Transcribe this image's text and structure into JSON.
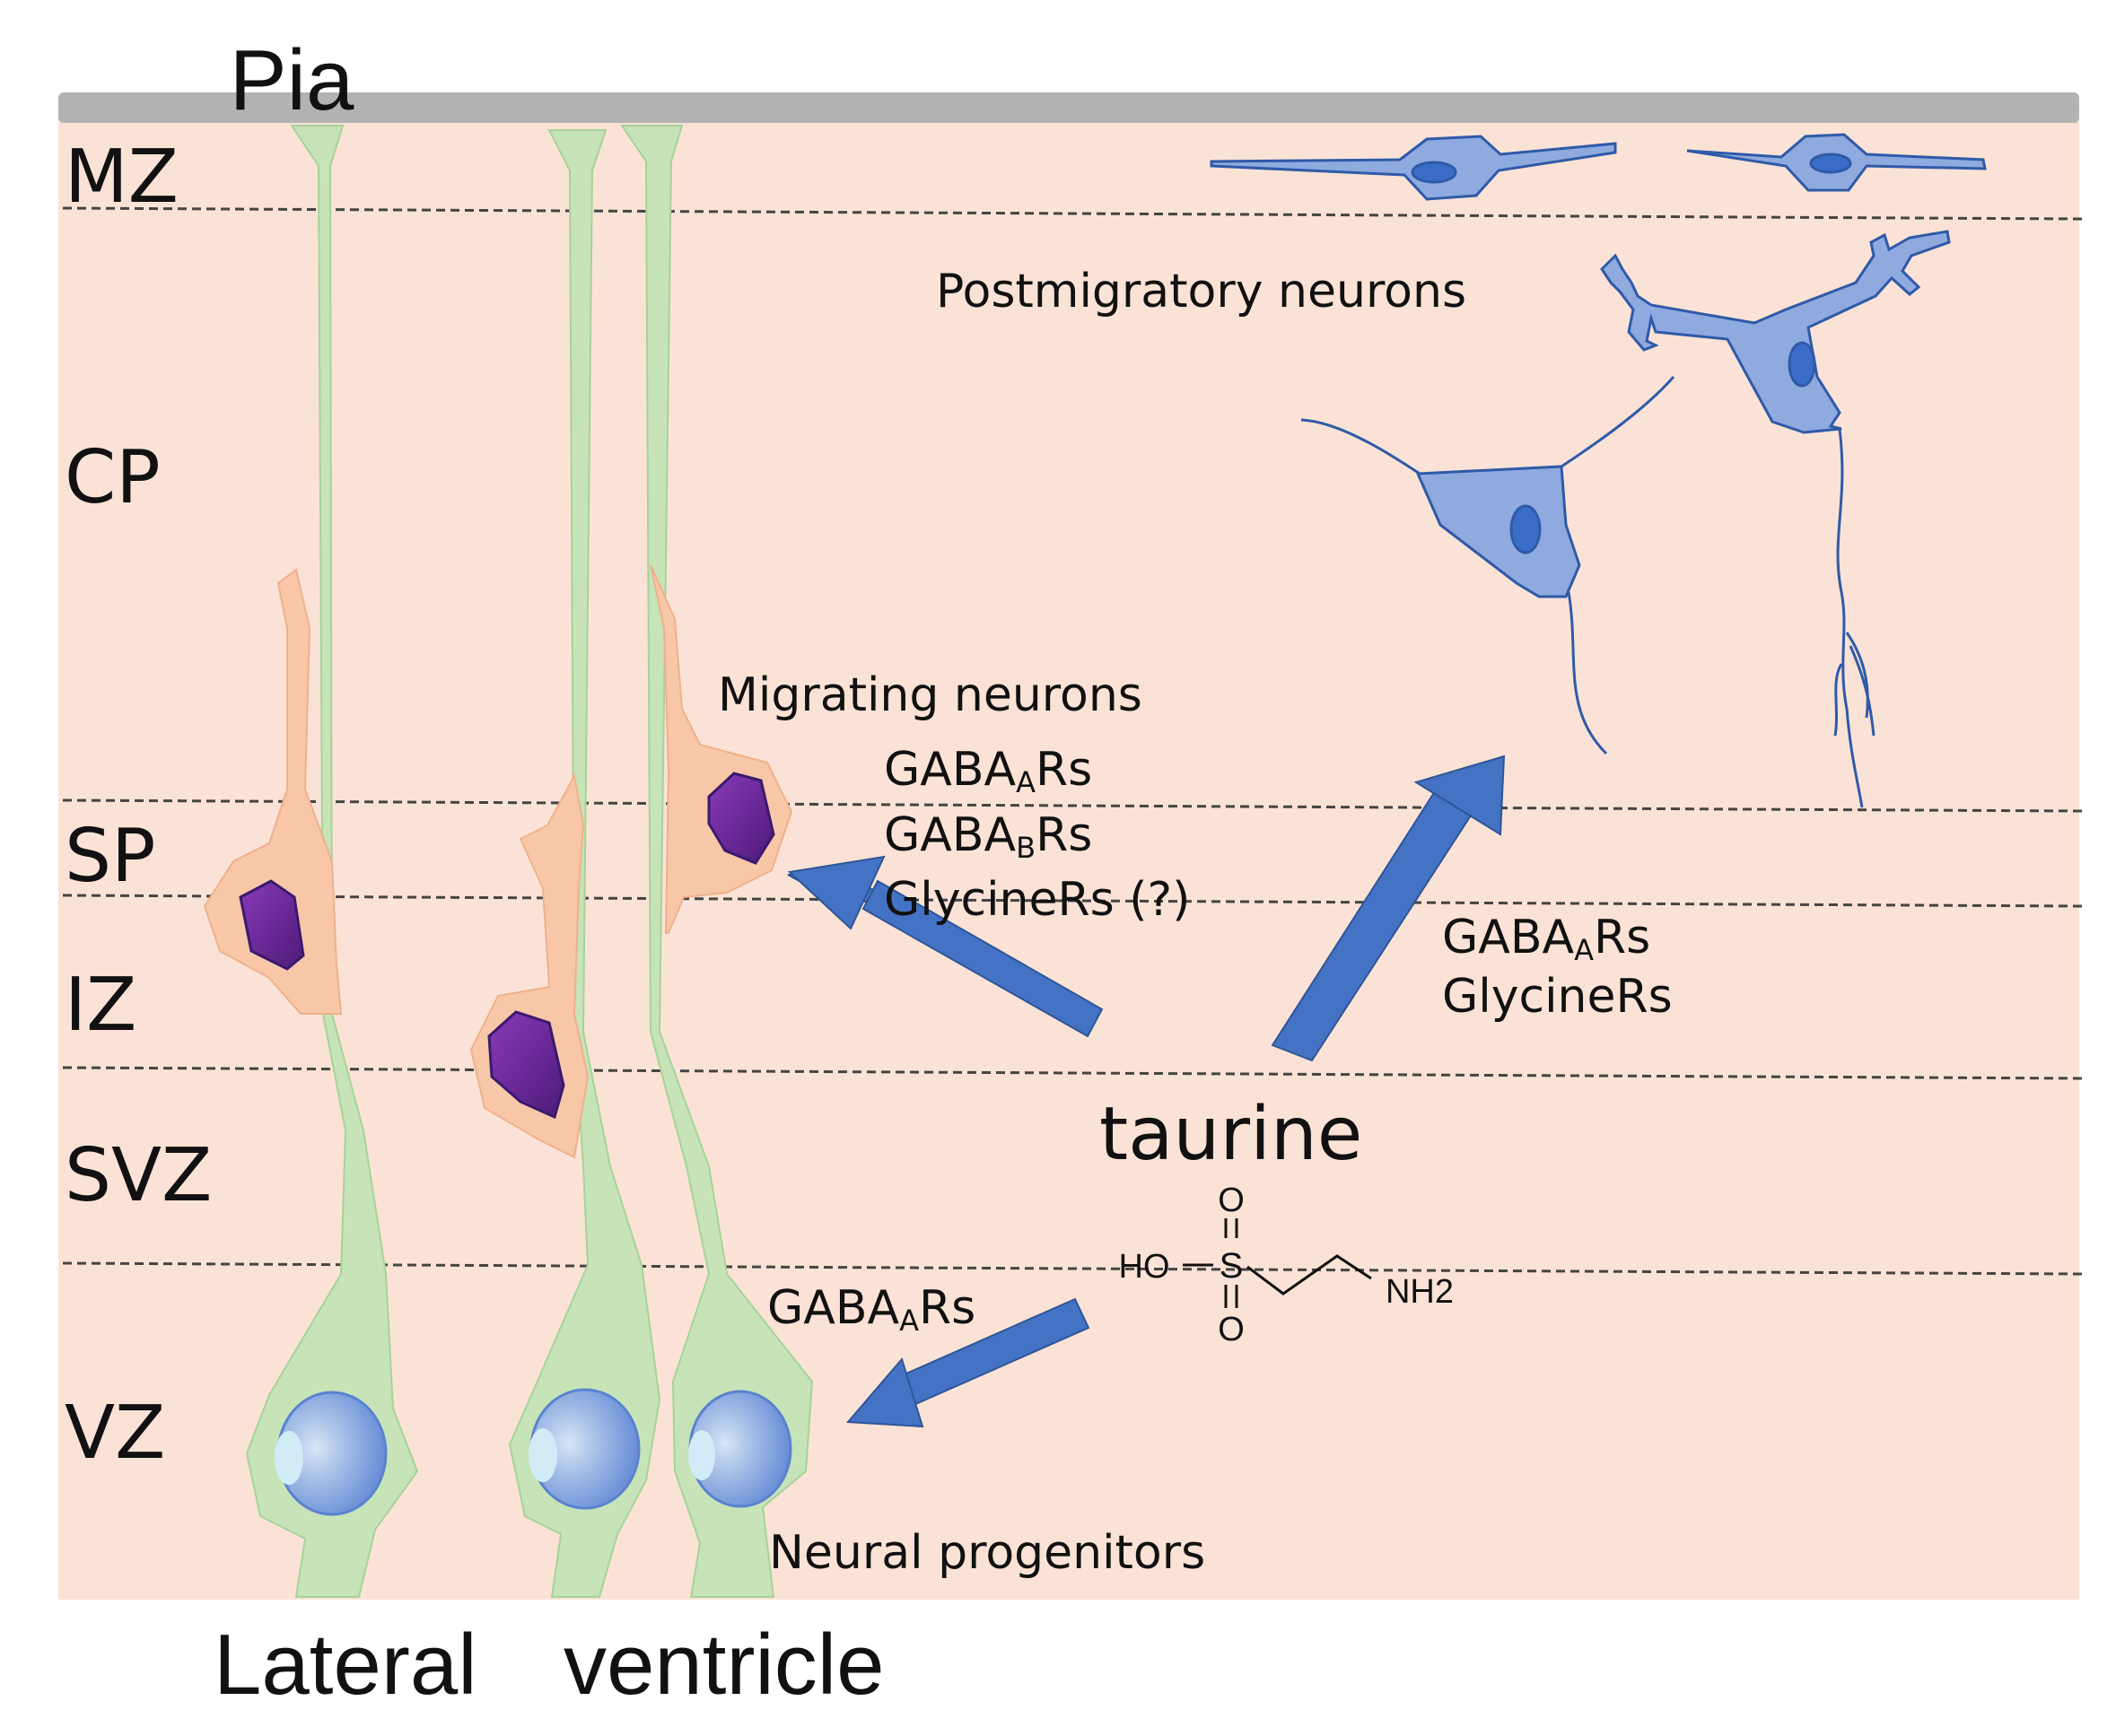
{
  "title": {
    "pia": "Pia",
    "ventricle_word1": "Lateral",
    "ventricle_word2": "ventricle"
  },
  "zones": [
    {
      "id": "mz",
      "label": "MZ"
    },
    {
      "id": "cp",
      "label": "CP"
    },
    {
      "id": "sp",
      "label": "SP"
    },
    {
      "id": "iz",
      "label": "IZ"
    },
    {
      "id": "svz",
      "label": "SVZ"
    },
    {
      "id": "vz",
      "label": "VZ"
    }
  ],
  "cells": {
    "postmigratory": "Postmigratory neurons",
    "migrating": "Migrating neurons",
    "progenitors": "Neural progenitors"
  },
  "receptors": {
    "migrating": [
      {
        "base": "GABA",
        "sub": "A",
        "suffix": "Rs"
      },
      {
        "base": "GABA",
        "sub": "B",
        "suffix": "Rs"
      },
      {
        "base": "GlycineRs (?)",
        "sub": "",
        "suffix": ""
      }
    ],
    "postmigratory": [
      {
        "base": "GABA",
        "sub": "A",
        "suffix": "Rs"
      },
      {
        "base": "GlycineRs",
        "sub": "",
        "suffix": ""
      }
    ],
    "progenitors": [
      {
        "base": "GABA",
        "sub": "A",
        "suffix": "Rs"
      }
    ]
  },
  "molecule": {
    "name": "taurine",
    "ho": "HO",
    "s": "S",
    "o": "O",
    "nh2": "NH2"
  },
  "colors": {
    "background": "#fae3d6",
    "pia": "#b3b3b3",
    "radial_glia": "#c7e3b8",
    "migrating_cell": "#f8c7a8",
    "migrating_nucleus": "#6a2a9a",
    "neuron": "#8eaadf",
    "neuron_nucleus": "#3a6cc8",
    "progenitor_nucleus": "#a9c2e8",
    "arrow": "#4472c4"
  }
}
